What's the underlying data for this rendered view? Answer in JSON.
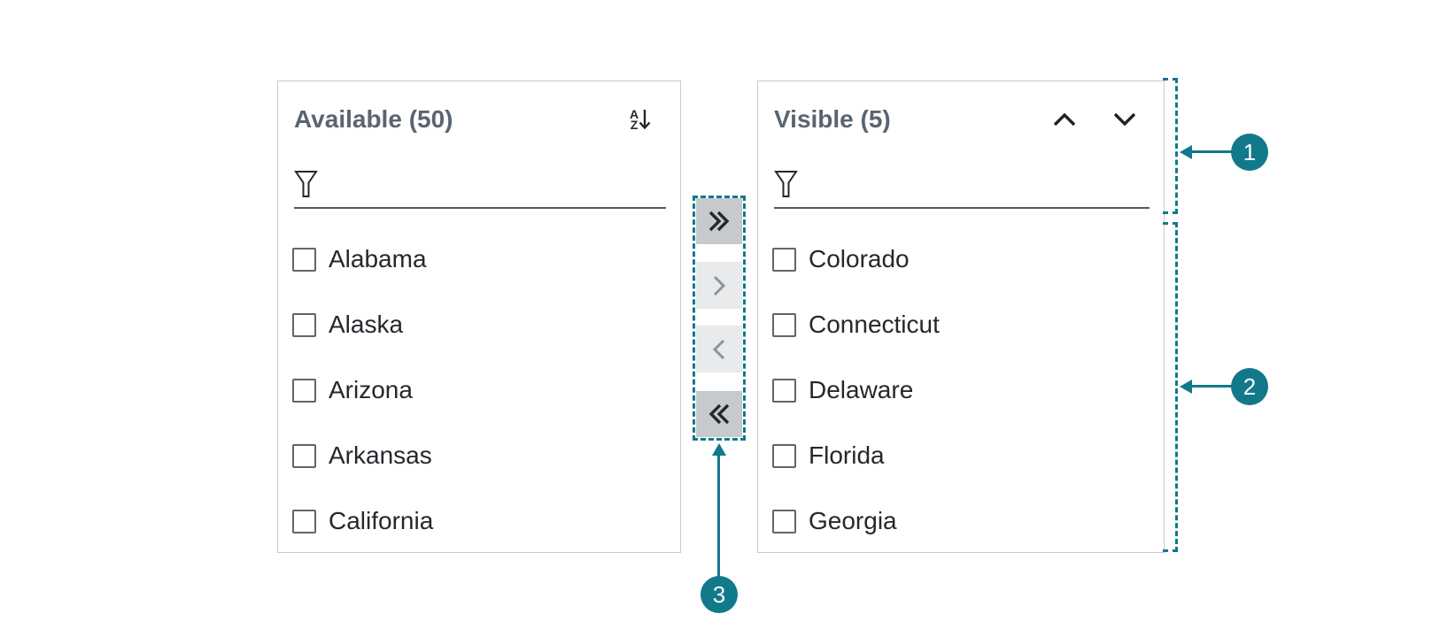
{
  "colors": {
    "accent_teal": "#11798A",
    "panel_border": "#C8CBCE",
    "title_text": "#5B6471",
    "item_text": "#24282C",
    "filter_underline": "#54595E",
    "checkbox_border": "#5F666C",
    "transfer_button_enabled_bg": "#C6CACD",
    "transfer_button_disabled_bg": "#E8EAEB",
    "transfer_icon_enabled": "#24282C",
    "transfer_icon_disabled": "#8E9499"
  },
  "available_panel": {
    "title": "Available (50)",
    "sort_icon": "sort-alphabetical-descending-icon",
    "sort_icon_letters": {
      "top": "A",
      "bottom": "Z"
    },
    "filter": {
      "icon": "funnel-icon",
      "value": ""
    },
    "items": [
      {
        "label": "Alabama",
        "checked": false
      },
      {
        "label": "Alaska",
        "checked": false
      },
      {
        "label": "Arizona",
        "checked": false
      },
      {
        "label": "Arkansas",
        "checked": false
      },
      {
        "label": "California",
        "checked": false
      }
    ]
  },
  "visible_panel": {
    "title": "Visible (5)",
    "move_up_icon": "chevron-up-icon",
    "move_down_icon": "chevron-down-icon",
    "filter": {
      "icon": "funnel-icon",
      "value": ""
    },
    "items": [
      {
        "label": "Colorado",
        "checked": false
      },
      {
        "label": "Connecticut",
        "checked": false
      },
      {
        "label": "Delaware",
        "checked": false
      },
      {
        "label": "Florida",
        "checked": false
      },
      {
        "label": "Georgia",
        "checked": false
      }
    ]
  },
  "transfer_buttons": [
    {
      "name": "move-all-right",
      "icon": "double-chevron-right-icon",
      "enabled": true
    },
    {
      "name": "move-right",
      "icon": "chevron-right-icon",
      "enabled": false
    },
    {
      "name": "move-left",
      "icon": "chevron-left-icon",
      "enabled": false
    },
    {
      "name": "move-all-left",
      "icon": "double-chevron-left-icon",
      "enabled": true
    }
  ],
  "annotations": {
    "callout_1": "1",
    "callout_2": "2",
    "callout_3": "3"
  }
}
